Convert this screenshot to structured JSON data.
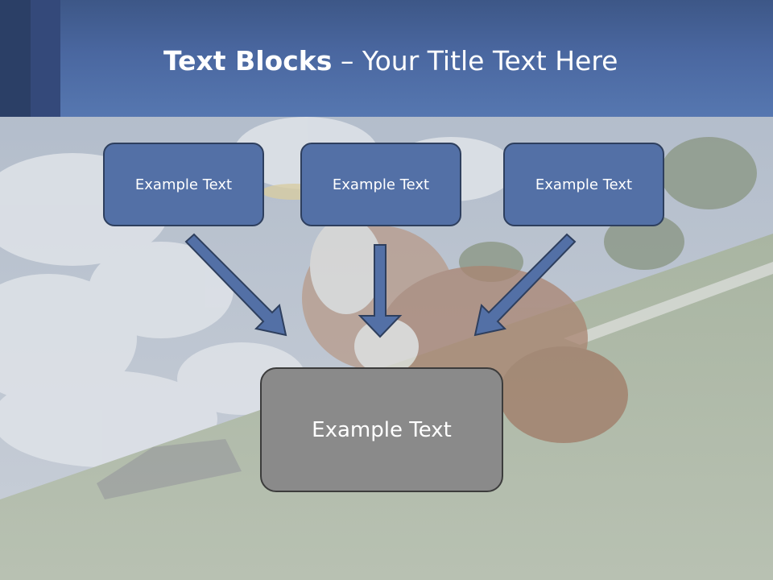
{
  "title": {
    "bold": "Text Blocks",
    "separator": " – ",
    "rest": "Your Title Text Here"
  },
  "boxes": {
    "top_left": "Example Text",
    "top_center": "Example Text",
    "top_right": "Example Text",
    "bottom": "Example Text"
  },
  "colors": {
    "header": "#4a67a0",
    "box_blue": "#5370a6",
    "box_gray": "#8a8a8a",
    "arrow": "#5370a6"
  }
}
